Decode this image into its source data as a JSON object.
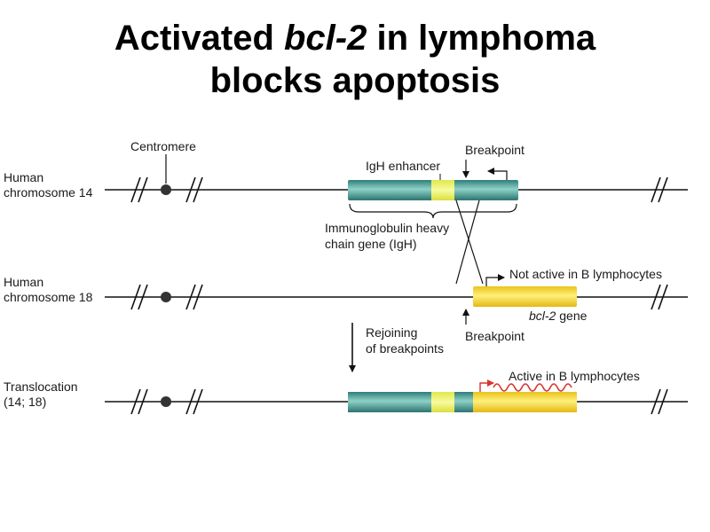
{
  "title": {
    "line1_pre": "Activated ",
    "line1_gene": "bcl-2",
    "line1_post": " in lymphoma",
    "line2": "blocks apoptosis"
  },
  "rows": {
    "chr14_label_1": "Human",
    "chr14_label_2": "chromosome 14",
    "chr18_label_1": "Human",
    "chr18_label_2": "chromosome 18",
    "trans_label_1": "Translocation",
    "trans_label_2": "(14; 18)"
  },
  "annotations": {
    "centromere": "Centromere",
    "igh_enhancer": "IgH enhancer",
    "breakpoint_top": "Breakpoint",
    "igh_gene_1": "Immunoglobulin heavy",
    "igh_gene_2": "chain gene (IgH)",
    "not_active": "Not active in B lymphocytes",
    "bcl2_gene_name": "bcl-2",
    "bcl2_gene_suffix": " gene",
    "breakpoint_bottom": "Breakpoint",
    "rejoining_1": "Rejoining",
    "rejoining_2": "of breakpoints",
    "active": "Active in B lymphocytes"
  },
  "colors": {
    "igh_teal": "#4a9e98",
    "enhancer_yellow": "#eef06a",
    "bcl2_yellow": "#f5da3a",
    "line": "#111111",
    "transcript_red": "#d8342c"
  }
}
